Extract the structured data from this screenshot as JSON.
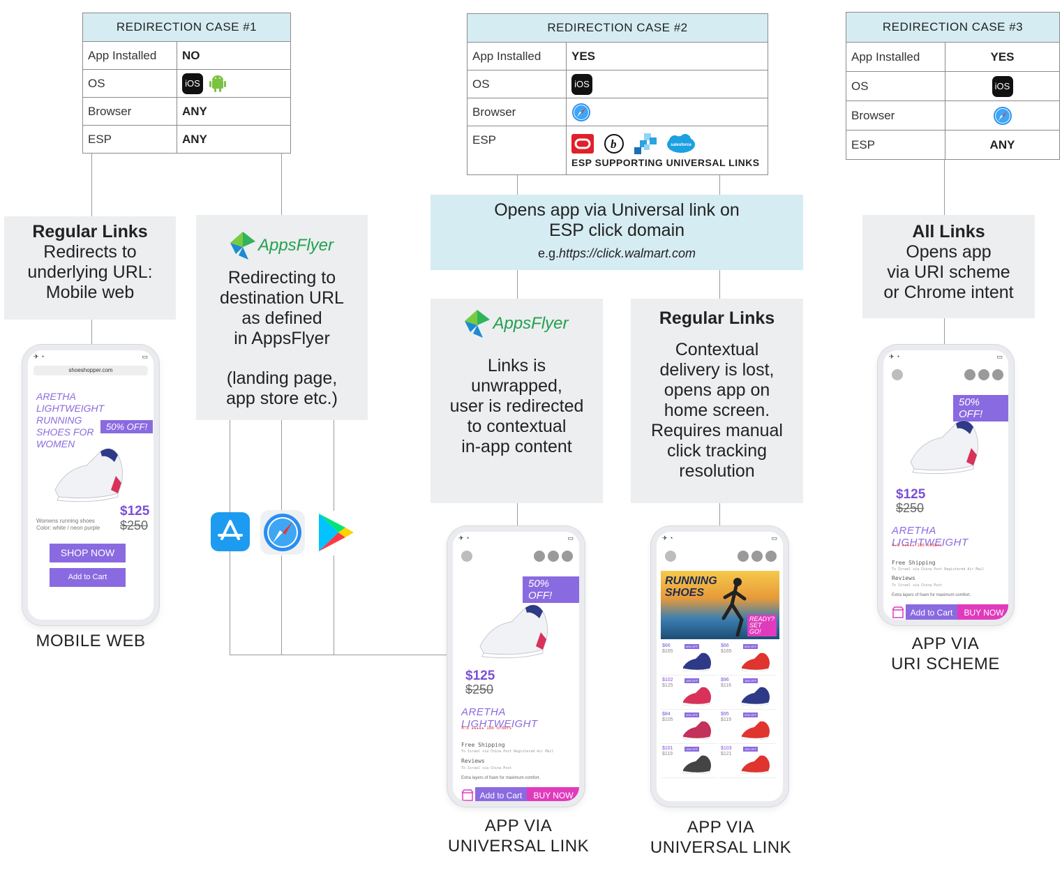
{
  "case1": {
    "title": "REDIRECTION CASE #1",
    "rows": [
      {
        "label": "App Installed",
        "value": "NO"
      },
      {
        "label": "OS",
        "value": "iOS"
      },
      {
        "label": "Browser",
        "value": "ANY"
      },
      {
        "label": "ESP",
        "value": "ANY"
      }
    ]
  },
  "case2": {
    "title": "REDIRECTION CASE #2",
    "rows": [
      {
        "label": "App Installed",
        "value": "YES"
      },
      {
        "label": "OS",
        "value": "iOS"
      },
      {
        "label": "Browser",
        "value": ""
      },
      {
        "label": "ESP",
        "value": "ESP SUPPORTING UNIVERSAL LINKS"
      }
    ],
    "salesforce": "salesforce"
  },
  "case3": {
    "title": "REDIRECTION CASE #3",
    "rows": [
      {
        "label": "App Installed",
        "value": "YES"
      },
      {
        "label": "OS",
        "value": "iOS"
      },
      {
        "label": "Browser",
        "value": ""
      },
      {
        "label": "ESP",
        "value": "ANY"
      }
    ]
  },
  "boxes": {
    "regular1": {
      "title": "Regular Links",
      "lines": [
        "Redirects to",
        "underlying URL:",
        "Mobile web"
      ]
    },
    "appsflyer1": {
      "logo": "AppsFlyer",
      "lines": [
        "Redirecting to",
        "destination URL",
        "as defined",
        "in AppsFlyer",
        "",
        "(landing page,",
        "app store etc.)"
      ]
    },
    "universal": {
      "lines": [
        "Opens app via Universal link on",
        "ESP click domain"
      ],
      "example_prefix": "e.g.",
      "example_url": "https://click.walmart.com"
    },
    "appsflyer2": {
      "logo": "AppsFlyer",
      "lines": [
        "Links is",
        "unwrapped,",
        "user is redirected",
        "to contextual",
        "in-app content"
      ]
    },
    "regular2": {
      "title": "Regular Links",
      "lines": [
        "Contextual",
        "delivery is lost,",
        "opens app on",
        "home screen.",
        "Requires manual",
        "click tracking",
        "resolution"
      ]
    },
    "alllinks": {
      "title": "All Links",
      "lines": [
        "Opens app",
        "via URI scheme",
        "or Chrome intent"
      ]
    }
  },
  "captions": {
    "mobileweb": "MOBILE WEB",
    "uri": [
      "APP VIA",
      "URI SCHEME"
    ],
    "ul1": [
      "APP VIA",
      "UNIVERSAL LINK"
    ],
    "ul2": [
      "APP VIA",
      "UNIVERSAL LINK"
    ]
  },
  "phone_web": {
    "url": "shoeshopper.com",
    "product_title": [
      "ARETHA",
      "LIGHTWEIGHT",
      "RUNNING",
      "SHOES FOR",
      "WOMEN"
    ],
    "discount": "50% OFF!",
    "price": "$125",
    "old_price": "$250",
    "desc": [
      "Womens running shoes",
      "Color: white / neon purple"
    ],
    "shop_now": "SHOP NOW",
    "add_to_cart": "Add to Cart"
  },
  "phone_app": {
    "discount": "50% OFF!",
    "price": "$125",
    "old_price": "$250",
    "product_name": "ARETHA  LIGHTWEIGHT",
    "rating": "4.8 ★★★★★    186 orders",
    "shipping": "Free Shipping",
    "shipping_sub": "To Israel via China Post Registered Air Mail",
    "reviews": "Reviews",
    "reviews_sub": "To Israel via China Post",
    "extra": "Extra layers of foam for maximum comfort.",
    "add_to_cart": "Add to Cart",
    "buy_now": "BUY NOW"
  },
  "phone_home": {
    "banner_title": [
      "RUNNING",
      "SHOES"
    ],
    "banner_tag": [
      "READY?",
      "SET",
      "GO!"
    ],
    "grid": [
      {
        "p": "$66",
        "o": "$165",
        "b": "60% OFF"
      },
      {
        "p": "$66",
        "o": "$165",
        "b": "60% OFF"
      },
      {
        "p": "$102",
        "o": "$125",
        "b": "18% OFF"
      },
      {
        "p": "$96",
        "o": "$116",
        "b": "18% OFF"
      },
      {
        "p": "$84",
        "o": "$105",
        "b": "20% OFF"
      },
      {
        "p": "$95",
        "o": "$119",
        "b": "20% OFF"
      },
      {
        "p": "$101",
        "o": "$119",
        "b": "15% OFF"
      },
      {
        "p": "$103",
        "o": "$121",
        "b": "15% OFF"
      }
    ]
  }
}
